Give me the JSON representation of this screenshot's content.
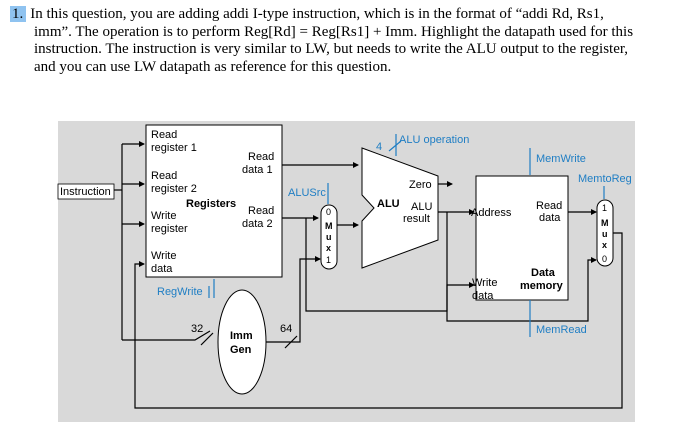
{
  "question": {
    "number": "1.",
    "lines": [
      "In this question, you are adding addi I-type instruction, which is in the format of “addi Rd, Rs1,",
      "imm”. The operation is to perform Reg[Rd] = Reg[Rs1] + Imm. Highlight the datapath used for this",
      "instruction. The instruction is very similar to LW, but needs to write the ALU output to the register,",
      "and you can use LW datapath as reference for this question."
    ]
  },
  "diagram": {
    "instruction_label": "Instruction",
    "registers": {
      "read_register_1": [
        "Read",
        "register 1"
      ],
      "read_register_2": [
        "Read",
        "register 2"
      ],
      "write_register": [
        "Write",
        "register"
      ],
      "write_data": [
        "Write",
        "data"
      ],
      "read_data_1": [
        "Read",
        "data 1"
      ],
      "read_data_2": [
        "Read",
        "data 2"
      ],
      "title": "Registers"
    },
    "reg_write": "RegWrite",
    "alu_src": "ALUSrc",
    "alu_operation": "ALU operation",
    "alu_op_bits": "4",
    "alu": {
      "name": "ALU",
      "zero": "Zero",
      "result": [
        "ALU",
        "result"
      ]
    },
    "imm_gen": {
      "label": [
        "Imm",
        "Gen"
      ],
      "in_width": "32",
      "out_width": "64"
    },
    "mux_alu": {
      "top": "0",
      "letters": [
        "M",
        "u",
        "x"
      ],
      "bottom": "1"
    },
    "mux_mem": {
      "top": "1",
      "letters": [
        "M",
        "u",
        "x"
      ],
      "bottom": "0"
    },
    "data_memory": {
      "address": "Address",
      "read_data": [
        "Read",
        "data"
      ],
      "write_data": [
        "Write",
        "data"
      ],
      "title": [
        "Data",
        "memory"
      ]
    },
    "mem_write": "MemWrite",
    "mem_to_reg": "MemtoReg",
    "mem_read": "MemRead",
    "colors": {
      "background": "#d9d9d9",
      "control": "#1f7ec4",
      "highlight": "#8fc3f0"
    }
  }
}
